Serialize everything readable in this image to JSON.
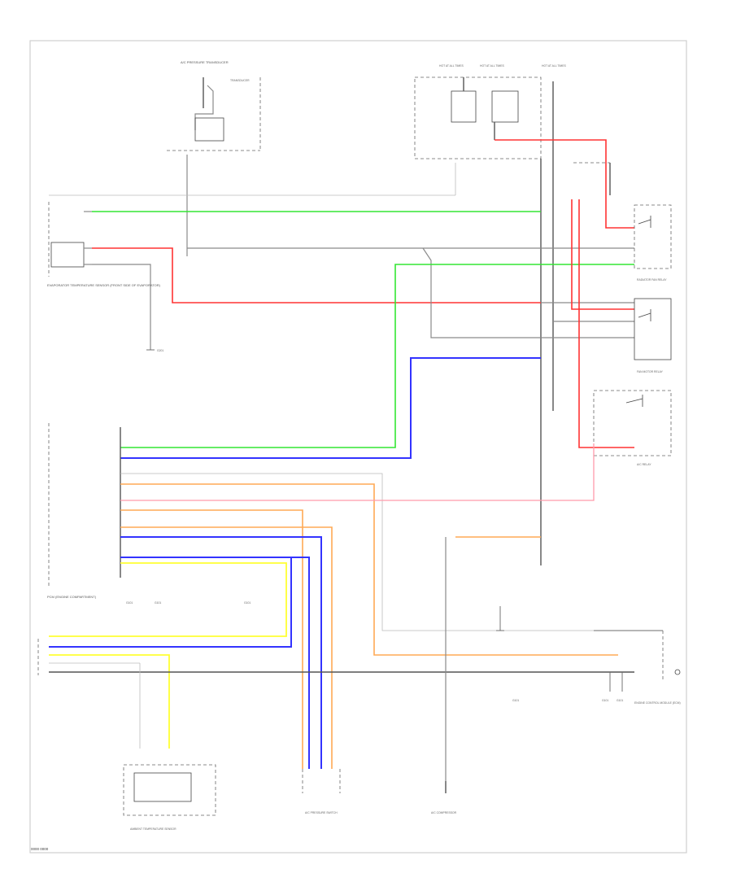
{
  "diagram_text": {
    "footer_code": "0000 0000",
    "ac_pressure_sensor": "A/C PRESSURE TRANSDUCER",
    "top_right_fuse_labels": [
      "HOT AT ALL TIMES",
      "HOT AT ALL TIMES",
      "HOT AT ALL TIMES"
    ],
    "evaporator_sensor": "EVAPORATOR TEMPERATURE SENSOR (FRONT SIDE OF EVAPORATOR)",
    "evaporator_ground": "G201",
    "pcm_label": "PCM (ENGINE COMPARTMENT)",
    "pcm_bottom_grounds": [
      "G101",
      "G101",
      "G101"
    ],
    "relay_labels": [
      "RADIATOR FAN RELAY",
      "FAN MOTOR RELAY",
      "A/C RELAY"
    ],
    "ambient_sensor": "AMBIENT TEMPERATURE SENSOR",
    "ac_pressure_bottom": "A/C PRESSURE SWITCH",
    "ac_compressor": "A/C COMPRESSOR",
    "engine_control_module": "ENGINE CONTROL MODULE (ECM)",
    "ecm_grounds": [
      "G101",
      "G101"
    ],
    "ground_left": "G101"
  }
}
